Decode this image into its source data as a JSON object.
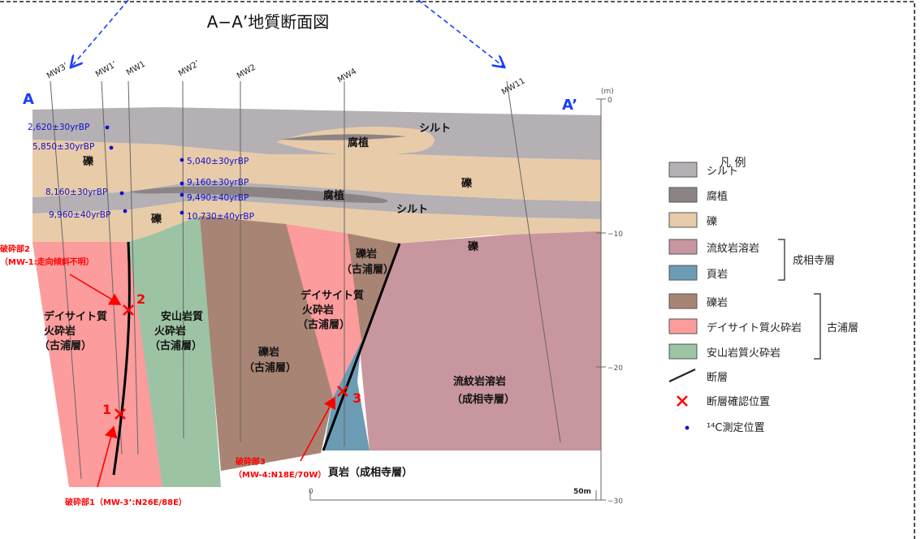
{
  "title": "A−A’地質断面図",
  "section": {
    "end_left": "A",
    "end_right": "A’",
    "wells": [
      "MW3’",
      "MW1’",
      "MW1",
      "MW2’",
      "MW2",
      "MW4",
      "MW11"
    ]
  },
  "depth_scale": {
    "unit": "(m)",
    "ticks": [
      "0",
      "−10",
      "−20",
      "−30"
    ]
  },
  "horizontal_scale": {
    "start": "0",
    "end": "50m"
  },
  "radiocarbon_dates": [
    "2,620±30yrBP",
    "5,850±30yrBP",
    "8,160±30yrBP",
    "9,960±40yrBP",
    "5,040±30yrBP",
    "9,160±30yrBP",
    "9,490±40yrBP",
    "10,730±40yrBP"
  ],
  "unit_labels": {
    "silt_upper": "シルト",
    "humus_upper": "腐植",
    "gravel_left": "礫",
    "gravel_right": "礫",
    "humus_middle": "腐植",
    "silt_middle": "シルト",
    "gravel_lower": "礫",
    "gravel_lower_right": "礫",
    "conglomerate_upper": [
      "礫岩",
      "（古浦層）"
    ],
    "dacite_left": [
      "デイサイト質",
      "火砕岩",
      "（古浦層）"
    ],
    "andesite": [
      "安山岩質",
      "火砕岩",
      "（古浦層）"
    ],
    "conglomerate_center": [
      "礫岩",
      "（古浦層）"
    ],
    "dacite_center": [
      "デイサイト質",
      "火砕岩",
      "（古浦層）"
    ],
    "rhyolite": [
      "流紋岩溶岩",
      "（成相寺層）"
    ],
    "shale": "頁岩（成相寺層）"
  },
  "fault_zones": [
    {
      "number": "1",
      "caption": "破砕部1（MW-3’:N26E/88E）"
    },
    {
      "number": "2",
      "caption_lines": [
        "破砕部2",
        "（MW-1:走向傾斜不明）"
      ]
    },
    {
      "number": "3",
      "caption_lines": [
        "破砕部3",
        "（MW-4:N18E/70W）"
      ]
    }
  ],
  "legend": {
    "title": "凡 例",
    "items": [
      {
        "label": "シルト",
        "color": "#b4b0b4"
      },
      {
        "label": "腐植",
        "color": "#8c8484"
      },
      {
        "label": "礫",
        "color": "#e8cba8"
      },
      {
        "label": "流紋岩溶岩",
        "color": "#c8969f"
      },
      {
        "label": "頁岩",
        "color": "#6c9cb4"
      },
      {
        "label": "礫岩",
        "color": "#a88474"
      },
      {
        "label": "デイサイト質火砕岩",
        "color": "#fc9c9c"
      },
      {
        "label": "安山岩質火砕岩",
        "color": "#9cc4a4"
      }
    ],
    "group_narita": "成相寺層",
    "group_koura": "古浦層",
    "fault": "断層",
    "fault_confirmed": "断層確認位置",
    "c14": "¹⁴C測定位置"
  },
  "colors": {
    "silt": "#b4b0b4",
    "humus": "#8c8484",
    "gravel": "#e8cba8",
    "rhyolite": "#c8969f",
    "shale": "#6c9cb4",
    "conglomerate": "#a88474",
    "dacite": "#fc9c9c",
    "andesite": "#9cc4a4",
    "annotation_red": "#ff0000",
    "date_blue": "#1010d0",
    "end_blue": "#1a3cff"
  }
}
